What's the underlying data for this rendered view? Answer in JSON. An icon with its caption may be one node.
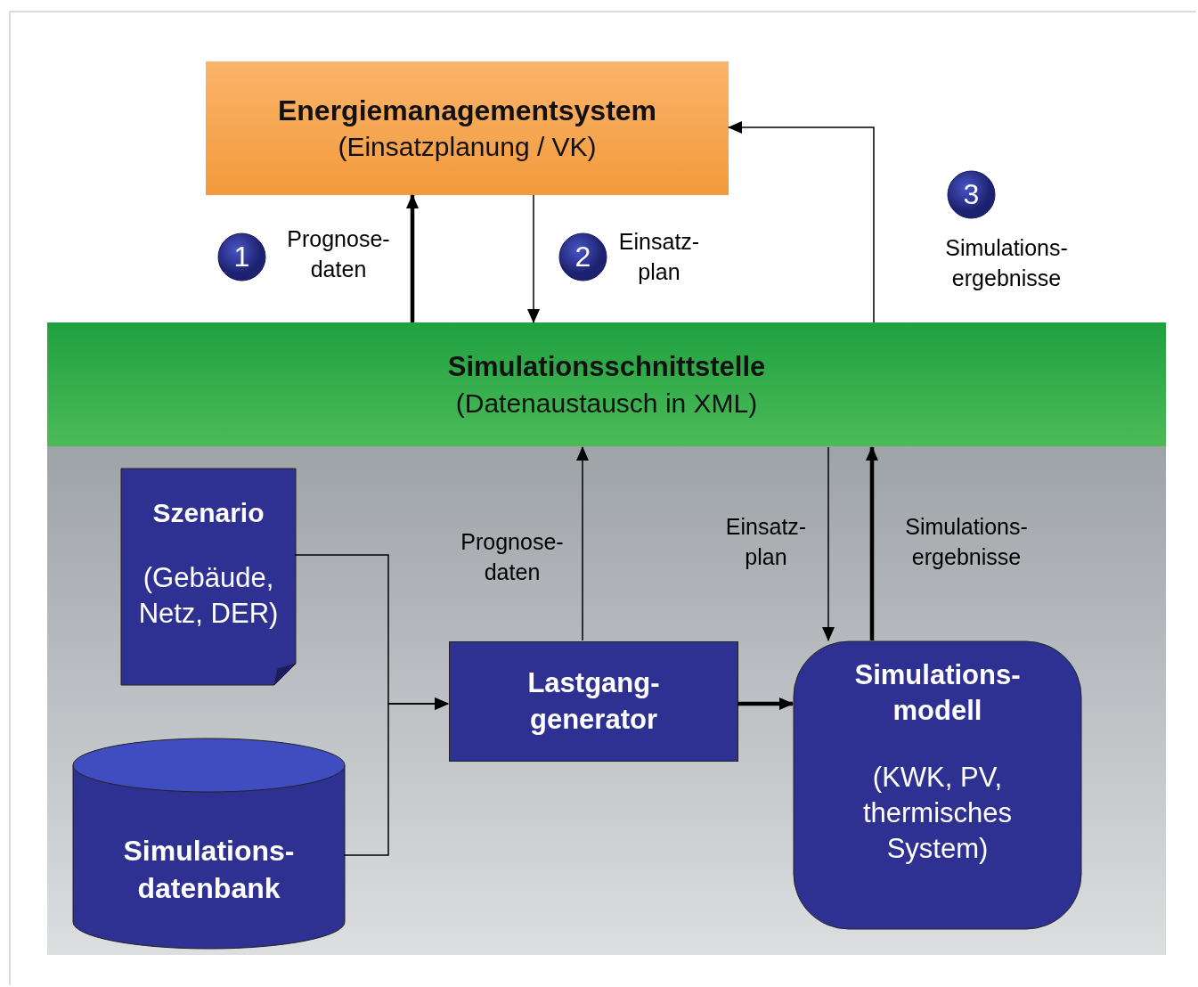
{
  "diagram": {
    "nodes": [
      {
        "text": [
          "Energiemanagementsystem",
          "(Einsatzplanung / VK)"
        ]
      },
      {
        "text": [
          "Simulationsschnittstelle",
          "(Datenaustausch in XML)"
        ]
      },
      {
        "text": [],
        "shape": "box"
      },
      {
        "text": [
          "Szenario",
          "(Gebäude, Netz, DER)"
        ],
        "in": 2
      },
      {
        "text": [
          "Simulations- datenbank"
        ],
        "in": 2
      },
      {
        "text": [
          "Lastgang- generator"
        ],
        "in": 2
      },
      {
        "text": [
          "Simulations- modell",
          "(KWK, PV, thermisches System)"
        ],
        "in": 2
      },
      {
        "text": [
          "1"
        ]
      },
      {
        "text": [
          "2"
        ]
      },
      {
        "text": [
          "3"
        ]
      }
    ],
    "edges": [
      {
        "from": 1,
        "to": 0,
        "arrow": "to",
        "label": "Prognose- daten",
        "style": "thick"
      },
      {
        "from": 0,
        "to": 1,
        "arrow": "to",
        "label": "Einsatz- plan"
      },
      {
        "from": 1,
        "to": 0,
        "arrow": "to",
        "label": "Simulations- ergebnisse"
      },
      {
        "from": 5,
        "to": 1,
        "arrow": "to",
        "label": "Prognose- daten"
      },
      {
        "from": 1,
        "to": 6,
        "arrow": "to",
        "label": "Einsatz- plan"
      },
      {
        "from": 6,
        "to": 1,
        "arrow": "to",
        "label": "Simulations- ergebnisse",
        "style": "thick"
      },
      {
        "from": 3,
        "to": 5,
        "arrow": "to"
      },
      {
        "from": 4,
        "to": 5,
        "arrow": "to"
      },
      {
        "from": 5,
        "to": 6,
        "arrow": "to",
        "style": "thick"
      }
    ]
  }
}
